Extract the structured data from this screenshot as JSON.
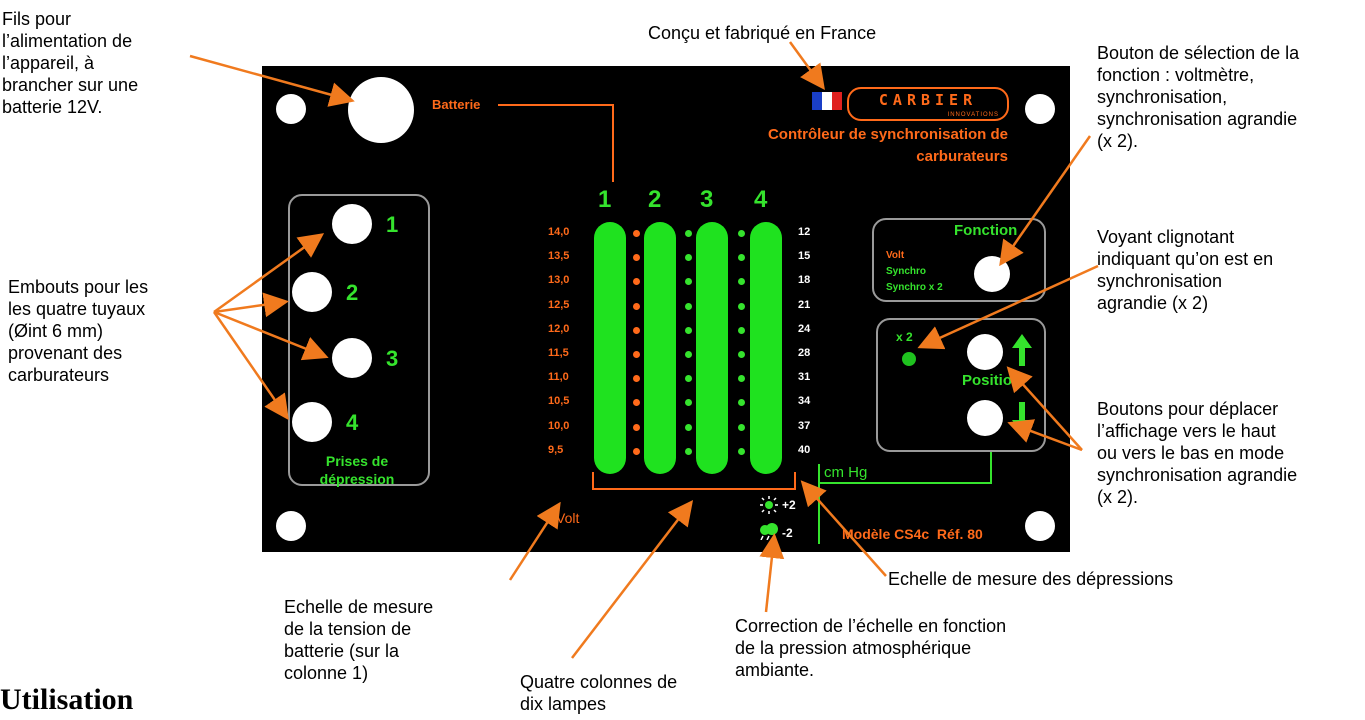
{
  "colors": {
    "panel": "#000000",
    "orange": "#ff6a1a",
    "green": "#35e32d",
    "frame": "#9a9a9a"
  },
  "annotations": {
    "power_wires": [
      "Fils pour",
      "l’alimentation de",
      "l’appareil, à",
      "brancher sur une",
      "batterie 12V."
    ],
    "made_in_france": "Conçu et fabriqué en France",
    "function_button": [
      "Bouton de sélection de la",
      "fonction : voltmètre,",
      "synchronisation,",
      "synchronisation agrandie",
      "(x 2)."
    ],
    "blinking_light": [
      "Voyant clignotant",
      "indiquant qu’on est en",
      "synchronisation",
      "agrandie (x 2)"
    ],
    "move_buttons": [
      "Boutons pour déplacer",
      "l’affichage vers le haut",
      "ou vers le bas en mode",
      "synchronisation agrandie",
      "(x 2)."
    ],
    "nozzles": [
      "Embouts pour les",
      "les quatre tuyaux",
      "(Øint 6 mm)",
      "provenant des",
      "carburateurs"
    ],
    "vacuum_scale": "Echelle de mesure des dépressions",
    "voltage_scale": [
      "Echelle de mesure",
      "de la tension de",
      "batterie (sur la",
      "colonne 1)"
    ],
    "four_columns": [
      "Quatre colonnes de",
      "dix lampes"
    ],
    "correction": [
      "Correction de l’échelle en fonction",
      "de la pression atmosphérique",
      "ambiante."
    ]
  },
  "device": {
    "brand": "CARBIER",
    "brand_sub": "INNOVATIONS",
    "title_line1": "Contrôleur de synchronisation de",
    "title_line2": "carburateurs",
    "battery_label": "Batterie",
    "columns": [
      "1",
      "2",
      "3",
      "4"
    ],
    "volt_scale": [
      "14,0",
      "13,5",
      "13,0",
      "12,5",
      "12,0",
      "11,5",
      "11,0",
      "10,5",
      "10,0",
      "9,5"
    ],
    "volt_unit": "Volt",
    "cmhg_scale": [
      "12",
      "15",
      "18",
      "21",
      "24",
      "28",
      "31",
      "34",
      "37",
      "40"
    ],
    "cmhg_unit": "cm Hg",
    "ports": [
      "1",
      "2",
      "3",
      "4"
    ],
    "ports_label_line1": "Prises de",
    "ports_label_line2": "dépression",
    "function_label": "Fonction",
    "function_options": [
      "Volt",
      "Synchro",
      "Synchro x 2"
    ],
    "x2_label": "x 2",
    "position_label": "Position",
    "corr_plus": "+2",
    "corr_minus": "-2",
    "model": "Modèle CS4c  Réf. 80"
  },
  "section_heading": "Utilisation"
}
